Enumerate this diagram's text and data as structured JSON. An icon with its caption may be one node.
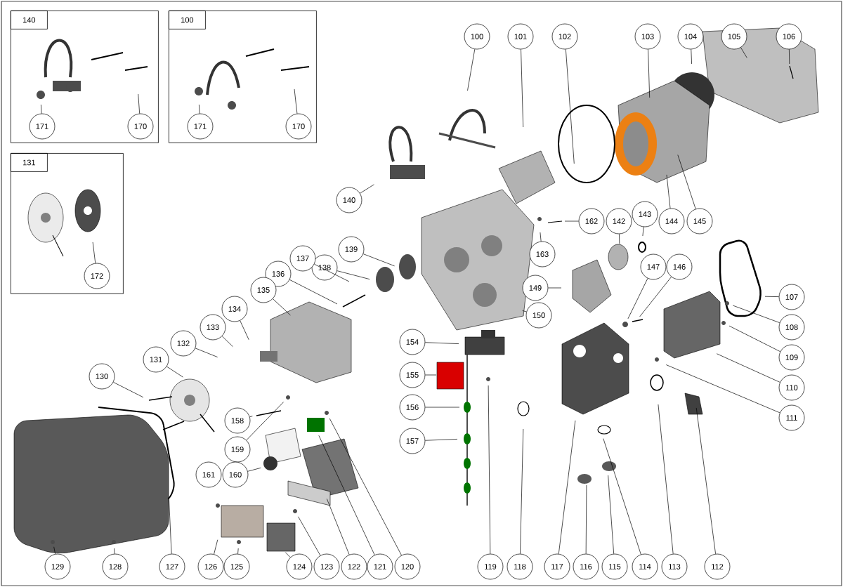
{
  "diagram": {
    "nodes": [
      {
        "text": [
          "140"
        ]
      },
      {
        "text": [
          "171"
        ],
        "in": 0
      },
      {
        "text": [
          "170"
        ],
        "in": 0
      },
      {
        "text": [
          "100"
        ]
      },
      {
        "text": [
          "171"
        ],
        "in": 3
      },
      {
        "text": [
          "170"
        ],
        "in": 3
      },
      {
        "text": [
          "131"
        ]
      },
      {
        "text": [
          "172"
        ],
        "in": 6
      },
      {
        "text": [
          "100"
        ]
      },
      {
        "text": [
          "101"
        ]
      },
      {
        "text": [
          "102"
        ]
      },
      {
        "text": [
          "103"
        ]
      },
      {
        "text": [
          "104"
        ]
      },
      {
        "text": [
          "105"
        ]
      },
      {
        "text": [
          "106"
        ]
      },
      {
        "text": [
          "140"
        ]
      },
      {
        "text": [
          "162"
        ]
      },
      {
        "text": [
          "142"
        ]
      },
      {
        "text": [
          "143"
        ]
      },
      {
        "text": [
          "144"
        ]
      },
      {
        "text": [
          "145"
        ]
      },
      {
        "text": [
          "163"
        ]
      },
      {
        "text": [
          "139"
        ]
      },
      {
        "text": [
          "138"
        ]
      },
      {
        "text": [
          "137"
        ]
      },
      {
        "text": [
          "136"
        ]
      },
      {
        "text": [
          "149"
        ]
      },
      {
        "text": [
          "147"
        ]
      },
      {
        "text": [
          "146"
        ]
      },
      {
        "text": [
          "107"
        ]
      },
      {
        "text": [
          "150"
        ]
      },
      {
        "text": [
          "135"
        ]
      },
      {
        "text": [
          "108"
        ]
      },
      {
        "text": [
          "134"
        ]
      },
      {
        "text": [
          "154"
        ]
      },
      {
        "text": [
          "133"
        ]
      },
      {
        "text": [
          "109"
        ]
      },
      {
        "text": [
          "132"
        ]
      },
      {
        "text": [
          "155"
        ]
      },
      {
        "text": [
          "110"
        ]
      },
      {
        "text": [
          "131"
        ]
      },
      {
        "text": [
          "130"
        ]
      },
      {
        "text": [
          "156"
        ]
      },
      {
        "text": [
          "158"
        ]
      },
      {
        "text": [
          "111"
        ]
      },
      {
        "text": [
          "157"
        ]
      },
      {
        "text": [
          "159"
        ]
      },
      {
        "text": [
          "161"
        ]
      },
      {
        "text": [
          "160"
        ]
      },
      {
        "text": [
          "129"
        ]
      },
      {
        "text": [
          "128"
        ]
      },
      {
        "text": [
          "127"
        ]
      },
      {
        "text": [
          "126"
        ]
      },
      {
        "text": [
          "125"
        ]
      },
      {
        "text": [
          "124"
        ]
      },
      {
        "text": [
          "123"
        ]
      },
      {
        "text": [
          "122"
        ]
      },
      {
        "text": [
          "121"
        ]
      },
      {
        "text": [
          "120"
        ]
      },
      {
        "text": [
          "119"
        ]
      },
      {
        "text": [
          "118"
        ]
      },
      {
        "text": [
          "117"
        ]
      },
      {
        "text": [
          "116"
        ]
      },
      {
        "text": [
          "115"
        ]
      },
      {
        "text": [
          "114"
        ]
      },
      {
        "text": [
          "113"
        ]
      },
      {
        "text": [
          "112"
        ]
      }
    ],
    "edges": [
      {
        "from": 1,
        "to": null,
        "arrow": "none"
      },
      {
        "from": 2,
        "to": null,
        "arrow": "none"
      },
      {
        "from": 4,
        "to": null,
        "arrow": "none"
      },
      {
        "from": 5,
        "to": null,
        "arrow": "none"
      },
      {
        "from": 7,
        "to": null,
        "arrow": "none"
      },
      {
        "from": 8,
        "to": null,
        "arrow": "none"
      },
      {
        "from": 9,
        "to": null,
        "arrow": "none"
      },
      {
        "from": 10,
        "to": null,
        "arrow": "none"
      },
      {
        "from": 11,
        "to": null,
        "arrow": "none"
      },
      {
        "from": 12,
        "to": null,
        "arrow": "none"
      },
      {
        "from": 13,
        "to": null,
        "arrow": "none"
      },
      {
        "from": 14,
        "to": null,
        "arrow": "none"
      },
      {
        "from": 15,
        "to": null,
        "arrow": "none"
      },
      {
        "from": 16,
        "to": null,
        "arrow": "none"
      },
      {
        "from": 17,
        "to": null,
        "arrow": "none"
      },
      {
        "from": 18,
        "to": null,
        "arrow": "none"
      },
      {
        "from": 19,
        "to": null,
        "arrow": "none"
      },
      {
        "from": 20,
        "to": null,
        "arrow": "none"
      },
      {
        "from": 21,
        "to": null,
        "arrow": "none"
      },
      {
        "from": 22,
        "to": null,
        "arrow": "none"
      },
      {
        "from": 23,
        "to": null,
        "arrow": "none"
      },
      {
        "from": 24,
        "to": null,
        "arrow": "none"
      },
      {
        "from": 25,
        "to": null,
        "arrow": "none"
      },
      {
        "from": 26,
        "to": null,
        "arrow": "none"
      },
      {
        "from": 27,
        "to": null,
        "arrow": "none"
      },
      {
        "from": 28,
        "to": null,
        "arrow": "none"
      },
      {
        "from": 29,
        "to": null,
        "arrow": "none"
      },
      {
        "from": 30,
        "to": null,
        "arrow": "none"
      },
      {
        "from": 31,
        "to": null,
        "arrow": "none"
      },
      {
        "from": 32,
        "to": null,
        "arrow": "none"
      },
      {
        "from": 33,
        "to": null,
        "arrow": "none"
      },
      {
        "from": 34,
        "to": null,
        "arrow": "none"
      },
      {
        "from": 35,
        "to": null,
        "arrow": "none"
      },
      {
        "from": 36,
        "to": null,
        "arrow": "none"
      },
      {
        "from": 37,
        "to": null,
        "arrow": "none"
      },
      {
        "from": 38,
        "to": null,
        "arrow": "none"
      },
      {
        "from": 39,
        "to": null,
        "arrow": "none"
      },
      {
        "from": 40,
        "to": null,
        "arrow": "none"
      },
      {
        "from": 41,
        "to": null,
        "arrow": "none"
      },
      {
        "from": 42,
        "to": null,
        "arrow": "none"
      },
      {
        "from": 43,
        "to": null,
        "arrow": "none"
      },
      {
        "from": 44,
        "to": null,
        "arrow": "none"
      },
      {
        "from": 45,
        "to": null,
        "arrow": "none"
      },
      {
        "from": 46,
        "to": null,
        "arrow": "none"
      },
      {
        "from": 48,
        "to": null,
        "arrow": "none"
      },
      {
        "from": 49,
        "to": null,
        "arrow": "none"
      },
      {
        "from": 50,
        "to": null,
        "arrow": "none"
      },
      {
        "from": 51,
        "to": null,
        "arrow": "none"
      },
      {
        "from": 52,
        "to": null,
        "arrow": "none"
      },
      {
        "from": 53,
        "to": null,
        "arrow": "none"
      },
      {
        "from": 54,
        "to": null,
        "arrow": "none"
      },
      {
        "from": 55,
        "to": null,
        "arrow": "none"
      },
      {
        "from": 56,
        "to": null,
        "arrow": "none"
      },
      {
        "from": 57,
        "to": null,
        "arrow": "none"
      },
      {
        "from": 58,
        "to": null,
        "arrow": "none"
      },
      {
        "from": 59,
        "to": null,
        "arrow": "none"
      },
      {
        "from": 60,
        "to": null,
        "arrow": "none"
      },
      {
        "from": 61,
        "to": null,
        "arrow": "none"
      },
      {
        "from": 62,
        "to": null,
        "arrow": "none"
      },
      {
        "from": 63,
        "to": null,
        "arrow": "none"
      },
      {
        "from": 64,
        "to": null,
        "arrow": "none"
      },
      {
        "from": 65,
        "to": null,
        "arrow": "none"
      },
      {
        "from": 66,
        "to": null,
        "arrow": "none"
      }
    ]
  }
}
